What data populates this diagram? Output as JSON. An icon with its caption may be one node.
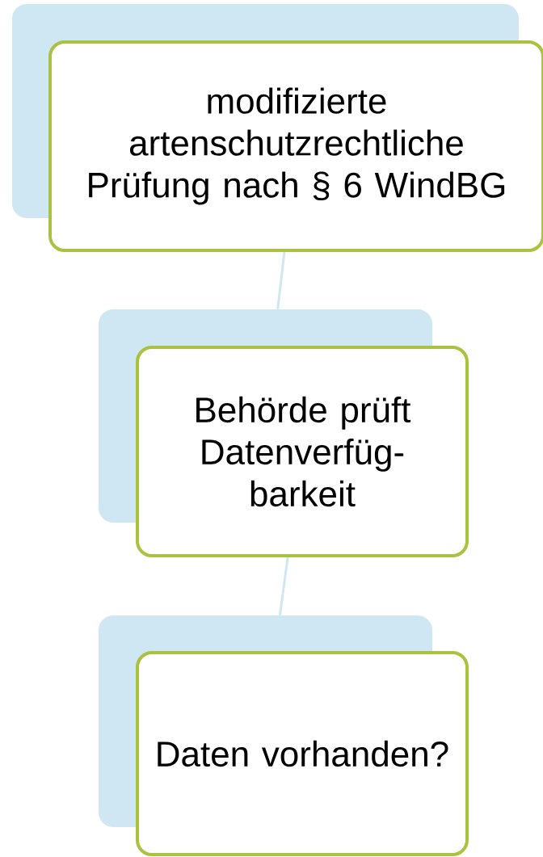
{
  "diagram": {
    "nodes": [
      {
        "text": [],
        "shape": "box"
      },
      {
        "text": [
          "modifizierte artenschutzrechtliche Prüfung nach § 6 WindBG"
        ]
      },
      {
        "text": [],
        "shape": "box"
      },
      {
        "text": [
          "Behörde prüft Datenverfüg- barkeit"
        ]
      },
      {
        "text": [],
        "shape": "box"
      },
      {
        "text": [
          "Daten vorhanden?"
        ]
      }
    ],
    "edges": [
      {
        "from": 1,
        "to": 2,
        "arrow": "none"
      },
      {
        "from": 3,
        "to": 4,
        "arrow": "none"
      }
    ]
  }
}
